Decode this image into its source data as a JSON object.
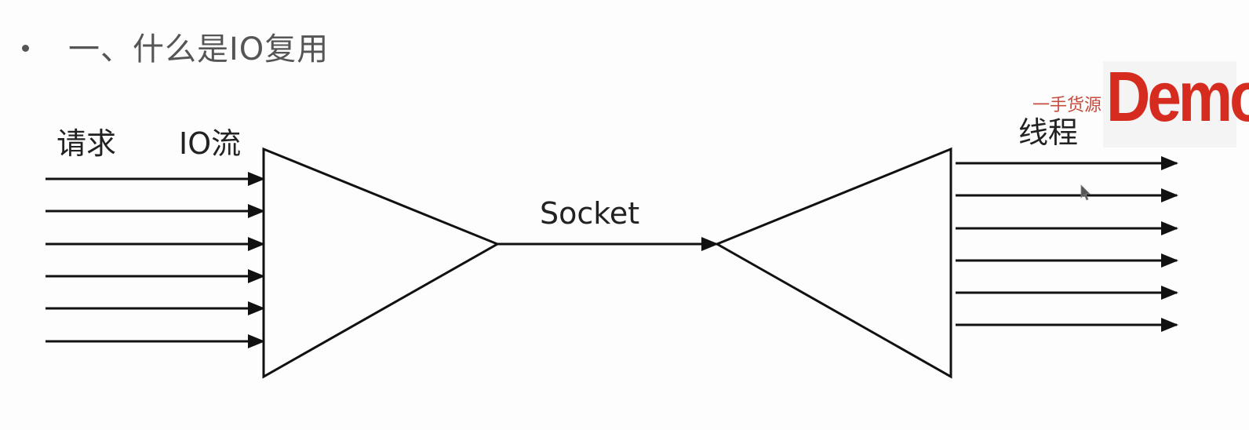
{
  "slide": {
    "title": "一、什么是IO复用"
  },
  "labels": {
    "request": "请求",
    "io_stream": "IO流",
    "socket": "Socket",
    "thread": "线程"
  },
  "watermark": {
    "logo_text": "Demo",
    "small_text": "一手货源"
  },
  "colors": {
    "line": "#111111",
    "title": "#555555",
    "watermark": "#d62b1f"
  }
}
